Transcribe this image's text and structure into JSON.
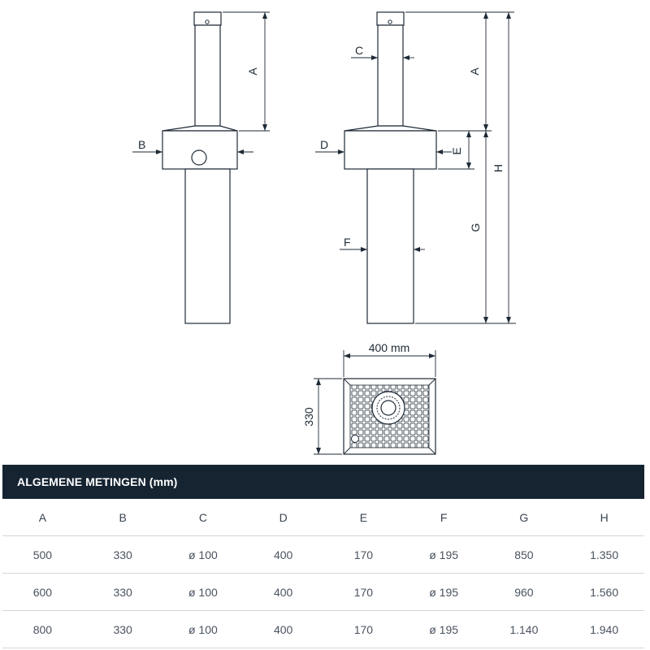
{
  "drawing": {
    "labels": {
      "a": "A",
      "b": "B",
      "c": "C",
      "d": "D",
      "e": "E",
      "f": "F",
      "g": "G",
      "h": "H",
      "width": "400 mm",
      "depth": "330"
    }
  },
  "table": {
    "title": "ALGEMENE METINGEN (mm)",
    "columns": [
      "A",
      "B",
      "C",
      "D",
      "E",
      "F",
      "G",
      "H"
    ],
    "rows": [
      [
        "500",
        "330",
        "ø 100",
        "400",
        "170",
        "ø 195",
        "850",
        "1.350"
      ],
      [
        "600",
        "330",
        "ø 100",
        "400",
        "170",
        "ø 195",
        "960",
        "1.560"
      ],
      [
        "800",
        "330",
        "ø 100",
        "400",
        "170",
        "ø 195",
        "1.140",
        "1.940"
      ]
    ]
  },
  "colors": {
    "header_bg": "#162432",
    "line": "#1e2a36",
    "text": "#3a4450"
  }
}
